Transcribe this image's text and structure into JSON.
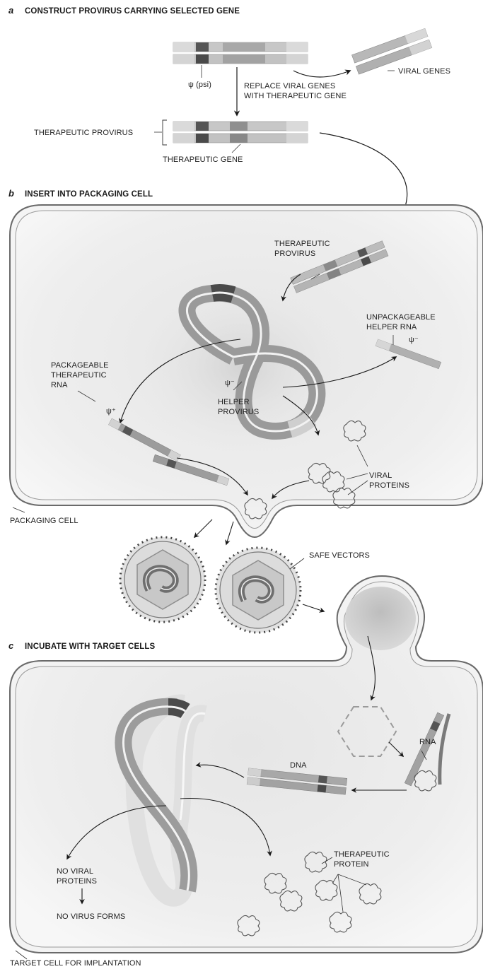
{
  "sections": {
    "a": {
      "letter": "a",
      "title": "CONSTRUCT PROVIRUS CARRYING SELECTED GENE"
    },
    "b": {
      "letter": "b",
      "title": "INSERT INTO PACKAGING CELL"
    },
    "c": {
      "letter": "c",
      "title": "INCUBATE WITH TARGET CELLS"
    }
  },
  "labels": {
    "psi": "ψ (psi)",
    "viral_genes": "VIRAL GENES",
    "replace_line1": "REPLACE VIRAL GENES",
    "replace_line2": "WITH THERAPEUTIC GENE",
    "therapeutic_provirus_a": "THERAPEUTIC PROVIRUS",
    "therapeutic_gene": "THERAPEUTIC GENE",
    "therapeutic_provirus_b1": "THERAPEUTIC",
    "therapeutic_provirus_b2": "PROVIRUS",
    "unpackageable1": "UNPACKAGEABLE",
    "unpackageable2": "HELPER RNA",
    "psi_minus": "ψ⁻",
    "psi_plus": "ψ⁺",
    "packageable1": "PACKAGEABLE",
    "packageable2": "THERAPEUTIC",
    "packageable3": "RNA",
    "helper1": "HELPER",
    "helper2": "PROVIRUS",
    "viral_proteins1": "VIRAL",
    "viral_proteins2": "PROTEINS",
    "packaging_cell": "PACKAGING CELL",
    "safe_vectors": "SAFE VECTORS",
    "rna": "RNA",
    "dna": "DNA",
    "no_viral1": "NO VIRAL",
    "no_viral2": "PROTEINS",
    "no_virus_forms": "NO VIRUS FORMS",
    "therapeutic_protein1": "THERAPEUTIC",
    "therapeutic_protein2": "PROTEIN",
    "target_cell": "TARGET CELL FOR IMPLANTATION"
  }
}
